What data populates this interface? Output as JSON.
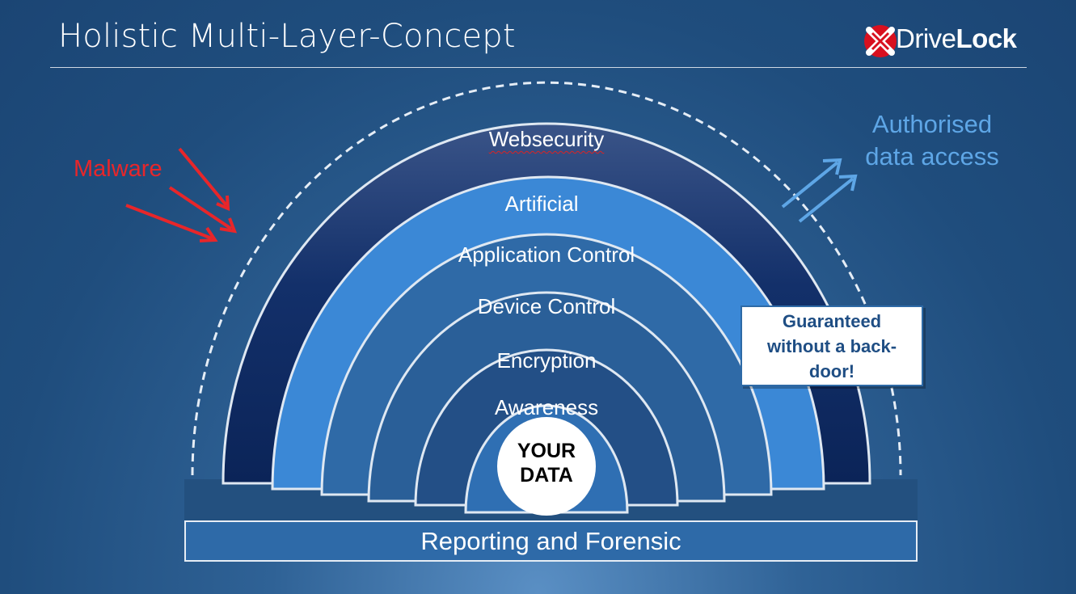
{
  "title": "Holistic Multi-Layer-Concept",
  "logo": {
    "prefix": "Drive",
    "bold": "Lock"
  },
  "threat": {
    "label": "Malware",
    "color": "#e8262a"
  },
  "access": {
    "label": "Authorised data access",
    "color": "#5ea6e6"
  },
  "layers": [
    {
      "label": "Websecurity",
      "color": "#1a3f7a"
    },
    {
      "label": "Artificial",
      "color": "#3b88d6"
    },
    {
      "label": "Application Control",
      "color": "#2f6aa7"
    },
    {
      "label": "Device Control",
      "color": "#2a5f98"
    },
    {
      "label": "Encryption",
      "color": "#234f86"
    },
    {
      "label": "Awareness",
      "color": "#2f6fb3"
    }
  ],
  "core": {
    "line1": "YOUR",
    "line2": "DATA"
  },
  "guarantee": {
    "text": "Guaranteed without a back-door!"
  },
  "foundation": {
    "label": "Reporting and Forensic"
  }
}
